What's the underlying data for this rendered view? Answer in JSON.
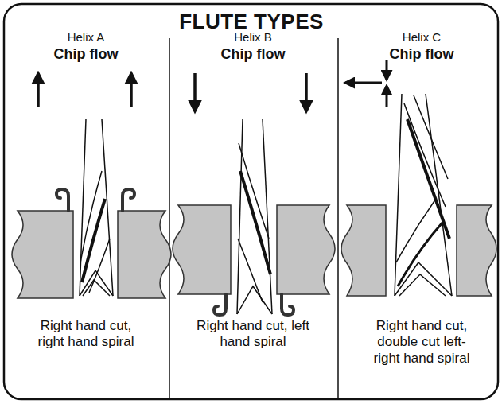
{
  "diagram": {
    "title": "FLUTE TYPES",
    "labels": [
      "Helix A",
      "Chip flow",
      "Right hand cut, right hand spiral",
      "Helix B",
      "Chip flow",
      "Right hand cut, left hand spiral",
      "Helix C",
      "Chip flow",
      "Right hand cut, double cut left-right hand spiral"
    ]
  }
}
